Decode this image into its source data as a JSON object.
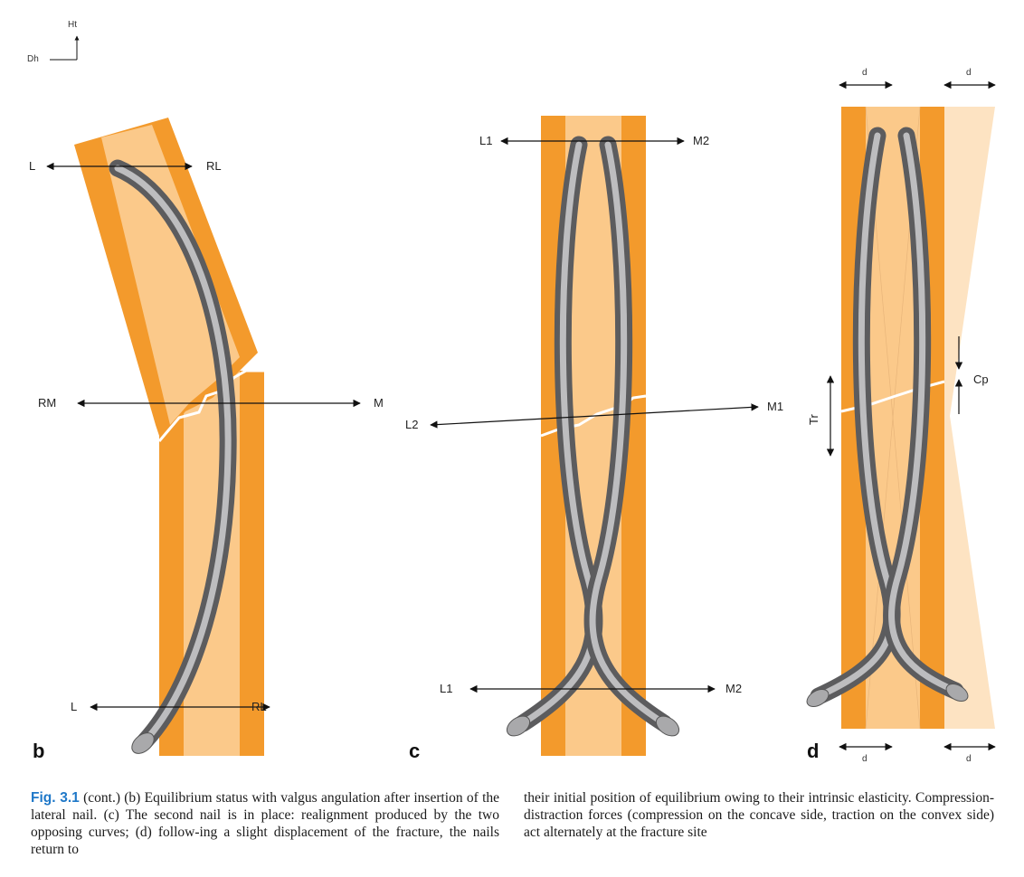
{
  "axes_key": {
    "vertical": "Ht",
    "horizontal": "Dh"
  },
  "panels": {
    "b": {
      "letter": "b",
      "labels": {
        "top_left": "L",
        "top_right": "RL",
        "mid_left": "RM",
        "mid_right": "M",
        "bottom_left": "L",
        "bottom_right": "RL"
      }
    },
    "c": {
      "letter": "c",
      "labels": {
        "top_left": "L1",
        "top_right": "M2",
        "mid_left": "L2",
        "mid_right": "M1",
        "bottom_left": "L1",
        "bottom_right": "M2"
      }
    },
    "d": {
      "letter": "d",
      "labels": {
        "top_d_left": "d",
        "top_d_right": "d",
        "bottom_d_left": "d",
        "bottom_d_right": "d",
        "traction": "Tr",
        "compression": "Cp"
      }
    }
  },
  "caption": {
    "fig_label": "Fig. 3.1",
    "left_text": "(cont.) (b) Equilibrium status with valgus angulation after insertion of the lateral nail. (c) The second nail is in place: realignment produced by the two opposing curves; (d) follow-ing a slight displacement of the fracture, the nails return to",
    "right_text": "their initial position of equilibrium owing to their intrinsic elasticity. Compression-distraction forces (compression on the concave side, traction on the convex side) act alternately at the fracture site"
  },
  "colors": {
    "cortex": "#f39a2c",
    "medulla": "#fbc98a",
    "nail": "#8a8a8c",
    "nail_highlight": "#cfcfd1",
    "caption_label": "#1f78c8"
  }
}
